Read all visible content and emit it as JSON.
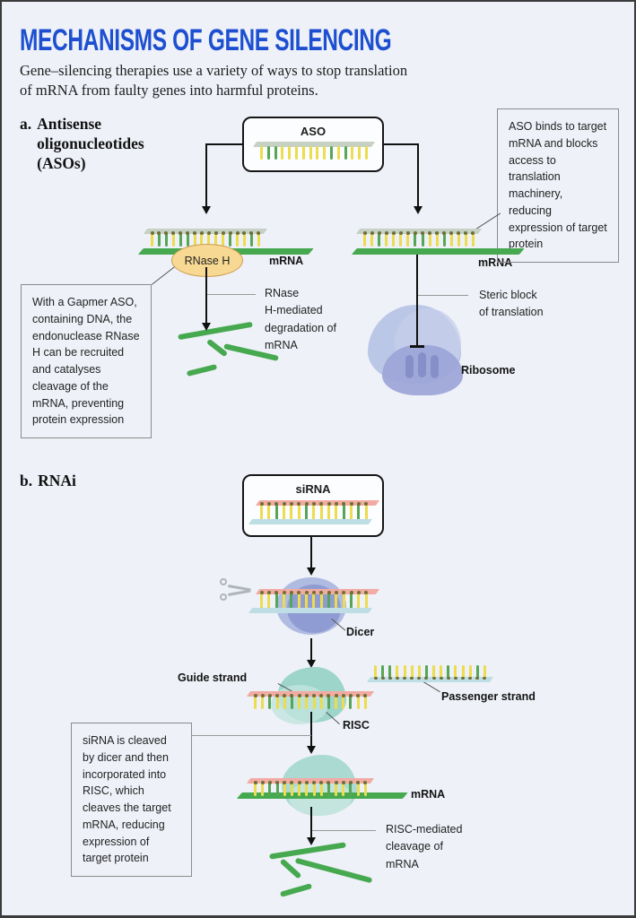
{
  "colors": {
    "background": "#eef1f8",
    "accent_blue": "#1d4fd0",
    "mrna_green": "#46a94f",
    "tick_yellow": "#ecdc4e",
    "tick_green": "#57a556",
    "strand_gray": "#c6d1c4",
    "strand_pink": "#f2aba3",
    "strand_blue": "#bfdde5",
    "rnaseh_fill": "#f7d993",
    "rnaseh_border": "#cf9c50",
    "ribosome_light": "#b5c2e3",
    "ribosome_dark": "#9da7d8",
    "dicer_blue": "#a5b2de",
    "risc_teal": "#93d2c4"
  },
  "header": {
    "title": "MECHANISMS OF GENE SILENCING",
    "subtitle": "Gene–silencing therapies use a variety of ways to stop translation\nof mRNA from faulty genes into harmful proteins."
  },
  "a": {
    "heading_prefix": "a.",
    "heading": "Antisense oligonucleotides (ASOs)",
    "box_label": "ASO",
    "rnaseh_label": "RNase H",
    "mrna_left": "mRNA",
    "mrna_right": "mRNA",
    "note_left": "With a Gapmer ASO, containing DNA, the endonuclease RNase H can be recruited and catalyses cleavage of the mRNA, preventing protein expression",
    "note_right": "ASO binds to target mRNA and blocks access to translation machinery, reducing expression of target protein",
    "degradation_label": "RNase\nH-mediated\ndegradation of\nmRNA",
    "steric_label": "Steric block\nof translation",
    "ribosome_label": "Ribosome"
  },
  "b": {
    "heading_prefix": "b.",
    "heading": "RNAi",
    "box_label": "siRNA",
    "dicer_label": "Dicer",
    "guide_label": "Guide strand",
    "passenger_label": "Passenger strand",
    "risc_label": "RISC",
    "mrna_label": "mRNA",
    "note_left": "siRNA is cleaved by dicer and then incorporated into RISC, which cleaves the target mRNA, reducing expression of target protein",
    "cleavage_label": "RISC-mediated\ncleavage of\nmRNA"
  },
  "strand_patterns": {
    "aso_box": "YGGYYYYYYYGYGYYY",
    "aso_left": "YGGYGGYYYYYGYYGY",
    "aso_right": "YYGYYYYGGYYGYYYY",
    "sirna_box": "YYGYYYGYYYYGYGY",
    "dicer_duplex": "YYGYGYYYYGYYGYY",
    "guide": "YYGYYGYYYYGYYGYY",
    "passenger": "YGGYYYYGYYGYYYGY",
    "bottom_guide": "YYGGYYYYYYGYYGYY"
  }
}
